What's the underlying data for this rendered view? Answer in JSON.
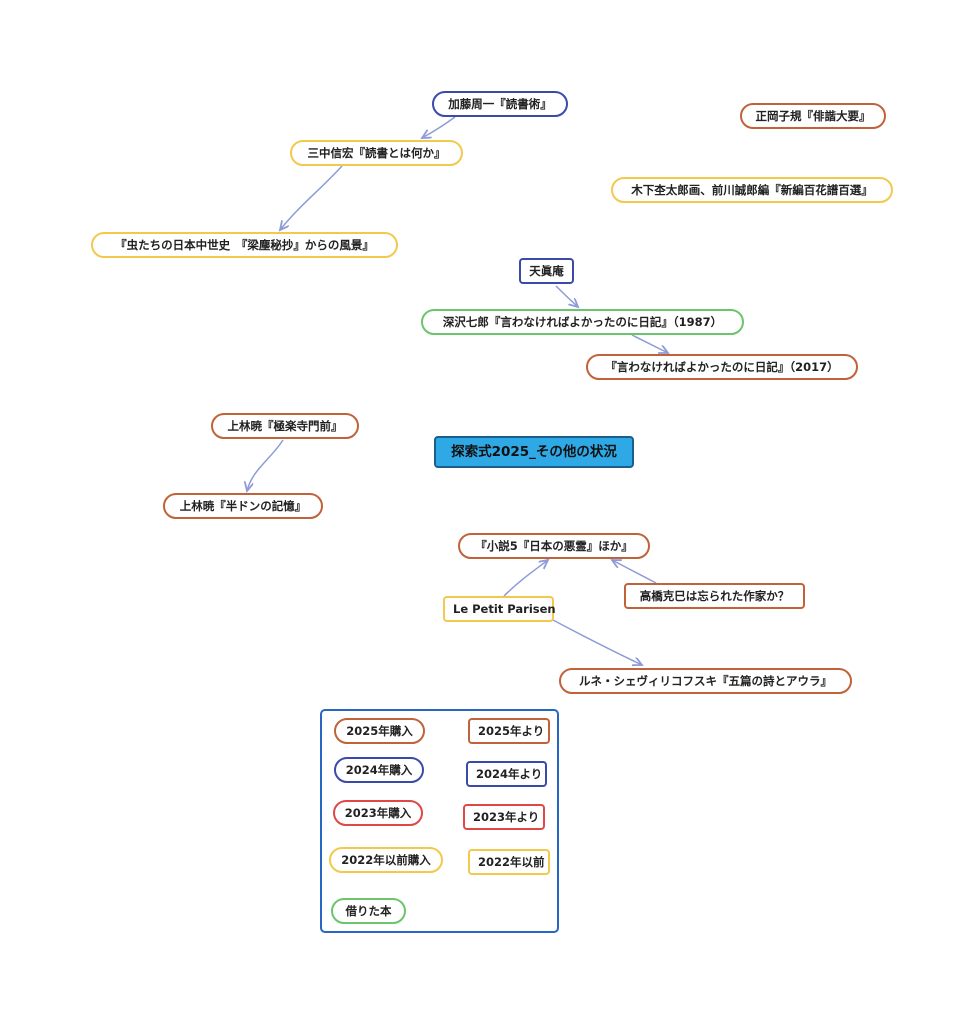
{
  "map": {
    "center": "探索式2025_その他の状況",
    "nodes": {
      "kato": "加藤周一『読書術』",
      "minaka": "三中信宏『読書とは何か』",
      "mushi": "『虫たちの日本中世史　『梁塵秘抄』からの風景』",
      "masaoka": "正岡子規『俳諧大要』",
      "kinoshita": "木下杢太郎画、前川誠郎編『新編百花譜百選』",
      "tenshin": "天眞庵",
      "fukazawa": "深沢七郎『言わなければよかったのに日記』（1987）",
      "iwanakereba": "『言わなければよかったのに日記』（2017）",
      "kambayashi1": "上林暁『極楽寺門前』",
      "kambayashi2": "上林暁『半ドンの記憶』",
      "shosetsu": "『小説5『日本の悪霊』ほか』",
      "takahashi": "高橋克巳は忘られた作家か？",
      "petit": "Le Petit Parisen",
      "rene": "ルネ・シェヴィリコフスキ『五篇の詩とアウラ』"
    }
  },
  "legend": {
    "items": [
      "2025年購入",
      "2025年より",
      "2024年購入",
      "2024年より",
      "2023年購入",
      "2023年より",
      "2022年以前購入",
      "2022年以前",
      "借りた本"
    ]
  },
  "colors": {
    "brown": "#c0623a",
    "blue": "#3b4aa8",
    "red": "#e04848",
    "yellow": "#f2c94c",
    "green": "#6cc46c",
    "center_fill": "#2fa8e6",
    "legend_border": "#2766c2",
    "edge": "#8e9bd8"
  }
}
